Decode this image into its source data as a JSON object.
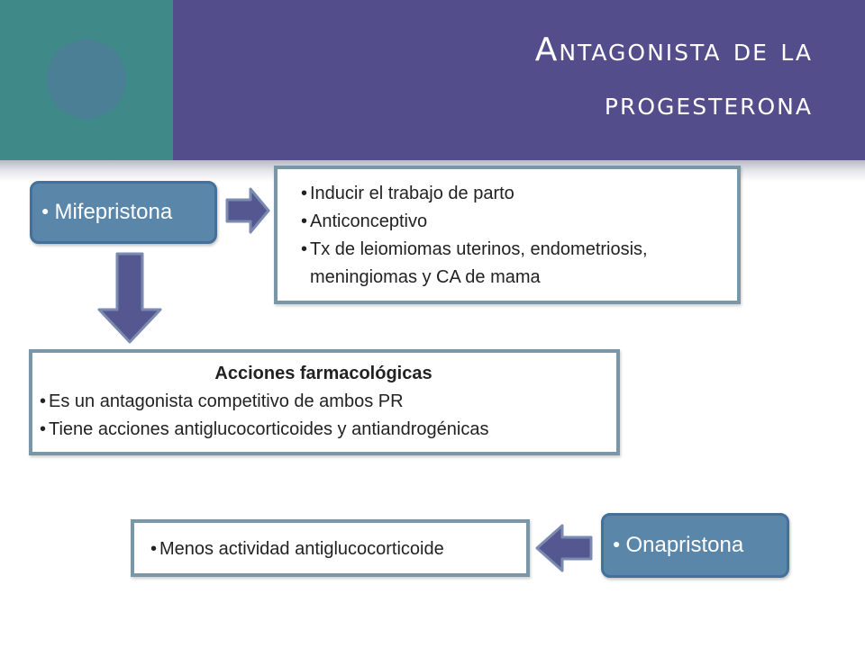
{
  "slide": {
    "title_line1": "Antagonista de la",
    "title_line2": "progesterona",
    "colors": {
      "header_teal": "#3f8a88",
      "header_purple": "#544d8b",
      "pill_blue": "#5a86aa",
      "arrow_fill": "#555790",
      "box_border": "#7a97a8"
    }
  },
  "mifepristona": {
    "label": "Mifepristona"
  },
  "uses": {
    "items": [
      "Inducir el trabajo de parto",
      "Anticonceptivo",
      "Tx de leiomiomas uterinos, endometriosis, meningiomas y CA de mama"
    ]
  },
  "actions": {
    "heading": "Acciones farmacológicas",
    "items": [
      "Es un antagonista competitivo  de ambos PR",
      "Tiene acciones antiglucocorticoides y antiandrogénicas"
    ]
  },
  "onapristona": {
    "label": "Onapristona",
    "note": "Menos actividad antiglucocorticoide"
  },
  "icons": {
    "arrow_right": "block-arrow-right-icon",
    "arrow_down": "block-arrow-down-icon",
    "arrow_left": "block-arrow-left-icon",
    "circle": "circle-decoration-icon"
  }
}
